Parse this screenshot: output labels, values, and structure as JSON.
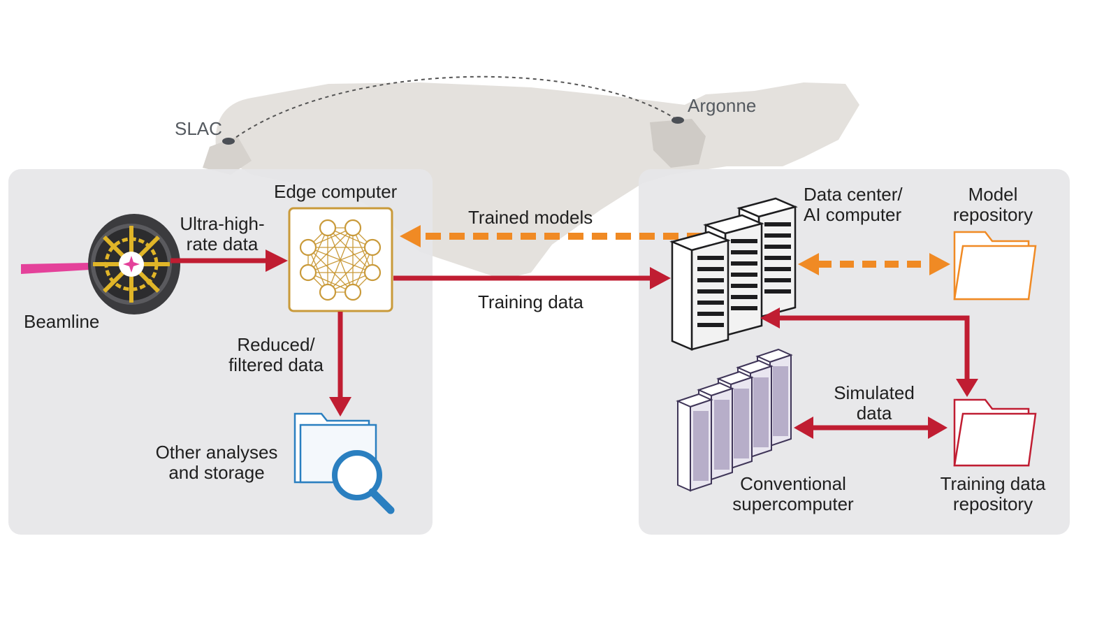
{
  "locations": {
    "slac": "SLAC",
    "argonne": "Argonne"
  },
  "left_panel": {
    "beamline": "Beamline",
    "ultra_high_rate_data": [
      "Ultra-high-",
      "rate data"
    ],
    "edge_computer": "Edge computer",
    "reduced_filtered_data": [
      "Reduced/",
      "filtered data"
    ],
    "other_analyses": [
      "Other analyses",
      "and storage"
    ]
  },
  "links": {
    "trained_models": "Trained models",
    "training_data": "Training data"
  },
  "right_panel": {
    "data_center": [
      "Data center/",
      "AI computer"
    ],
    "model_repository": [
      "Model",
      "repository"
    ],
    "simulated_data": [
      "Simulated",
      "data"
    ],
    "conventional_supercomputer": [
      "Conventional",
      "supercomputer"
    ],
    "training_data_repository": [
      "Training data",
      "repository"
    ]
  },
  "colors": {
    "panel_bg": "#e6e6e8",
    "map": "#e3e0dc",
    "red_arrow": "#c01d32",
    "orange_arrow": "#f08a24",
    "gold": "#c99a3a",
    "blue_folder": "#2a7fc0",
    "purple_rack": "#5a4a78"
  },
  "icons": {
    "detector": "detector-icon",
    "neural_net": "neural-network-icon",
    "folder_search": "folder-search-icon",
    "servers": "server-rack-icon",
    "folder_orange": "folder-icon",
    "folder_red": "folder-icon",
    "supercomputer": "supercomputer-icon"
  }
}
